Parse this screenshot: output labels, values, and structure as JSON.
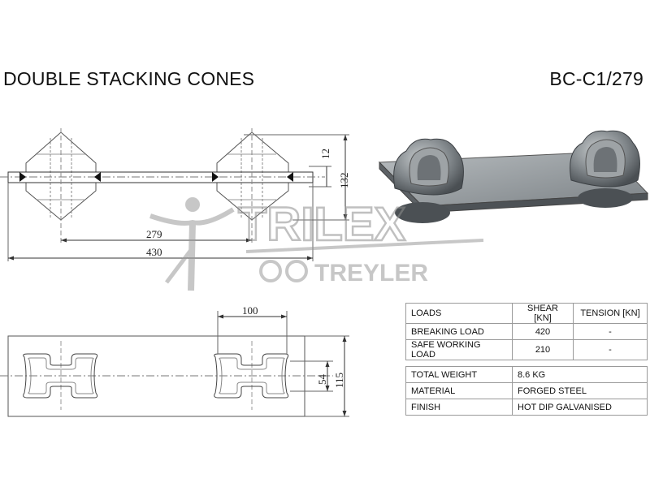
{
  "header": {
    "title": "DOUBLE STACKING CONES",
    "code": "BC-C1/279"
  },
  "dimensions": {
    "gap_height": "12",
    "total_height": "132",
    "cone_spacing": "279",
    "overall_length": "430",
    "bottom_slot_width": "100",
    "slot_width": "54",
    "plate_width": "115"
  },
  "watermark": {
    "brand": "TRILEX",
    "sub": "TREYLER"
  },
  "loads_table": {
    "headers": [
      "LOADS",
      "SHEAR [KN]",
      "TENSION [KN]"
    ],
    "rows": [
      [
        "BREAKING LOAD",
        "420",
        "-"
      ],
      [
        "SAFE WORKING LOAD",
        "210",
        "-"
      ]
    ]
  },
  "spec_table": {
    "rows": [
      [
        "TOTAL WEIGHT",
        "8.6 KG"
      ],
      [
        "MATERIAL",
        "FORGED STEEL"
      ],
      [
        "FINISH",
        "HOT DIP GALVANISED"
      ]
    ]
  }
}
